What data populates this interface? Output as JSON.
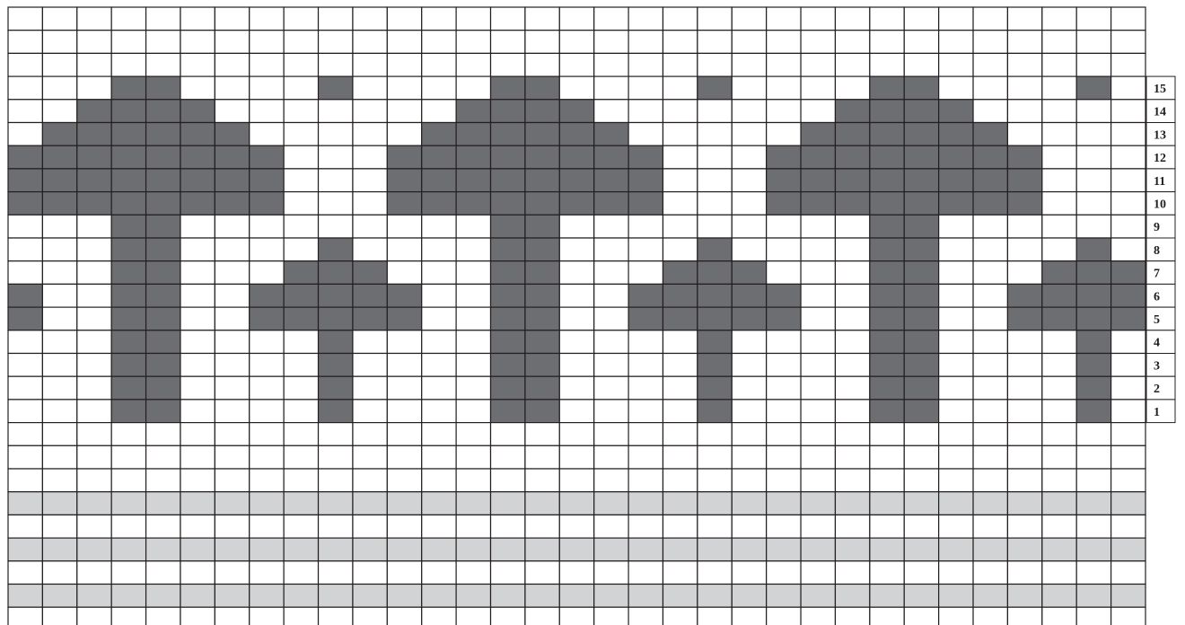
{
  "colors": {
    "background": "#ffffff",
    "motif": "#6d6e71",
    "band": "#d1d3d4",
    "grid_line": "#231f20"
  },
  "chart_data": {
    "type": "knitting-chart",
    "columns": 33,
    "rows": 27,
    "motif_rows": [
      "15",
      "14",
      "13",
      "12",
      "11",
      "10",
      "9",
      "8",
      "7",
      "6",
      "5",
      "4",
      "3",
      "2",
      "1"
    ],
    "motif_first_row_index": 3,
    "band_row_indices": [
      21,
      23,
      25
    ],
    "filled_columns_by_row": {
      "15": [
        3,
        4,
        9,
        14,
        15,
        20,
        25,
        26,
        31
      ],
      "14": [
        2,
        3,
        4,
        5,
        13,
        14,
        15,
        16,
        24,
        25,
        26,
        27
      ],
      "13": [
        1,
        2,
        3,
        4,
        5,
        6,
        12,
        13,
        14,
        15,
        16,
        17,
        23,
        24,
        25,
        26,
        27,
        28
      ],
      "12": [
        0,
        1,
        2,
        3,
        4,
        5,
        6,
        7,
        11,
        12,
        13,
        14,
        15,
        16,
        17,
        18,
        22,
        23,
        24,
        25,
        26,
        27,
        28,
        29
      ],
      "11": [
        0,
        1,
        2,
        3,
        4,
        5,
        6,
        7,
        11,
        12,
        13,
        14,
        15,
        16,
        17,
        18,
        22,
        23,
        24,
        25,
        26,
        27,
        28,
        29
      ],
      "10": [
        0,
        1,
        2,
        3,
        4,
        5,
        6,
        7,
        11,
        12,
        13,
        14,
        15,
        16,
        17,
        18,
        22,
        23,
        24,
        25,
        26,
        27,
        28,
        29
      ],
      "9": [
        3,
        4,
        14,
        15,
        25,
        26
      ],
      "8": [
        3,
        4,
        9,
        14,
        15,
        20,
        25,
        26,
        31
      ],
      "7": [
        3,
        4,
        8,
        9,
        10,
        14,
        15,
        19,
        20,
        21,
        25,
        26,
        30,
        31,
        32
      ],
      "6": [
        0,
        3,
        4,
        7,
        8,
        9,
        10,
        11,
        14,
        15,
        18,
        19,
        20,
        21,
        22,
        25,
        26,
        29,
        30,
        31,
        32
      ],
      "5": [
        0,
        3,
        4,
        7,
        8,
        9,
        10,
        11,
        14,
        15,
        18,
        19,
        20,
        21,
        22,
        25,
        26,
        29,
        30,
        31,
        32
      ],
      "4": [
        3,
        4,
        9,
        14,
        15,
        20,
        25,
        26,
        31
      ],
      "3": [
        3,
        4,
        9,
        14,
        15,
        20,
        25,
        26,
        31
      ],
      "2": [
        3,
        4,
        9,
        14,
        15,
        20,
        25,
        26,
        31
      ],
      "1": [
        3,
        4,
        9,
        14,
        15,
        20,
        25,
        26,
        31
      ]
    }
  }
}
